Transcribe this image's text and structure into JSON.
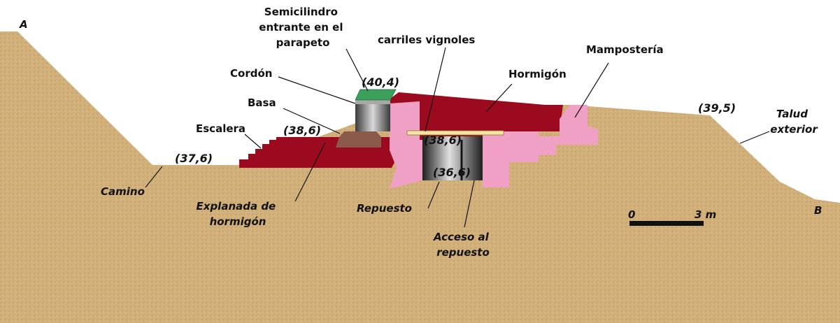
{
  "points": {
    "a": "A",
    "b": "B"
  },
  "elevations": {
    "camino": "(37,6)",
    "explanada": "(38,6)",
    "cordon": "(40,4)",
    "repuesto_top": "(38,6)",
    "repuesto_floor": "(36,6)",
    "talud": "(39,5)"
  },
  "labels": {
    "semicilindro": [
      "Semicilindro",
      "entrante en el",
      "parapeto"
    ],
    "carriles": "carriles vignoles",
    "mamposteria": "Mampostería",
    "cordon": "Cordón",
    "hormigon": "Hormigón",
    "basa": "Basa",
    "escalera": "Escalera",
    "talud": [
      "Talud",
      "exterior"
    ],
    "camino": "Camino",
    "explanada": [
      "Explanada de",
      "hormigón"
    ],
    "repuesto": "Repuesto",
    "acceso": [
      "Acceso al",
      "repuesto"
    ]
  },
  "scale": {
    "start": "0",
    "end": "3 m"
  },
  "colors": {
    "ground": "#d2b07a",
    "concrete": "#9b0a1e",
    "masonry": "#f0a0c4",
    "cordon": "#3aa05a",
    "basa": "#8c5a4a",
    "rail": "#f2e6a0"
  }
}
